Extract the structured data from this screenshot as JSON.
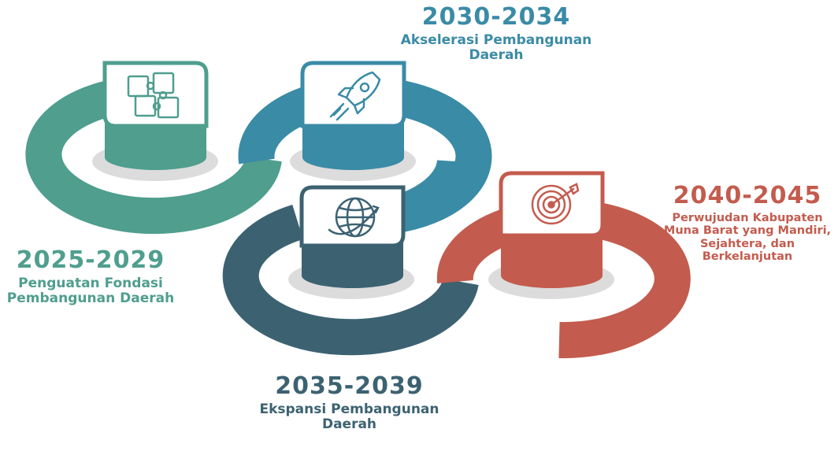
{
  "stages": [
    {
      "years": "2025-2029",
      "desc": "Penguatan Fondasi Pembangunan Daerah",
      "color": "#4f9e8e",
      "icon": "puzzle-icon"
    },
    {
      "years": "2030-2034",
      "desc": "Akselerasi Pembangunan Daerah",
      "color": "#3a8ba6",
      "icon": "rocket-icon"
    },
    {
      "years": "2035-2039",
      "desc": "Ekspansi Pembangunan Daerah",
      "color": "#3c6272",
      "icon": "globe-icon"
    },
    {
      "years": "2040-2045",
      "desc": "Perwujudan Kabupaten Muna Barat yang Mandiri, Sejahtera, dan Berkelanjutan",
      "color": "#c35c4e",
      "icon": "target-icon"
    }
  ]
}
